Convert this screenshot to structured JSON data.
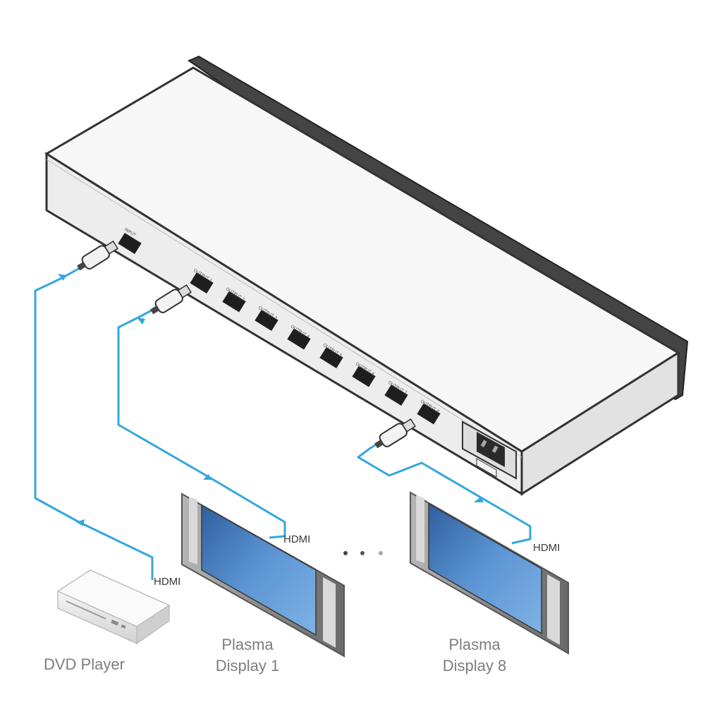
{
  "diagram": {
    "device": {
      "input_port_label": "INPUT",
      "output_port_labels": [
        "OUTPUT 1",
        "OUTPUT 2",
        "OUTPUT 3",
        "OUTPUT 4",
        "OUTPUT 5",
        "OUTPUT 6",
        "OUTPUT 7",
        "OUTPUT 8"
      ]
    },
    "cable_labels": {
      "dvd": "HDMI",
      "display1": "HDMI",
      "display8": "HDMI"
    },
    "captions": {
      "dvd_player": "DVD Player",
      "display1_line1": "Plasma",
      "display1_line2": "Display 1",
      "display8_line1": "Plasma",
      "display8_line2": "Display 8"
    },
    "colors": {
      "cable": "#33a7dc",
      "device_body": "#f4f4f4",
      "outline": "#3a3a3a",
      "screen": "#4f86c9",
      "bezel": "#8c8c8c"
    }
  }
}
